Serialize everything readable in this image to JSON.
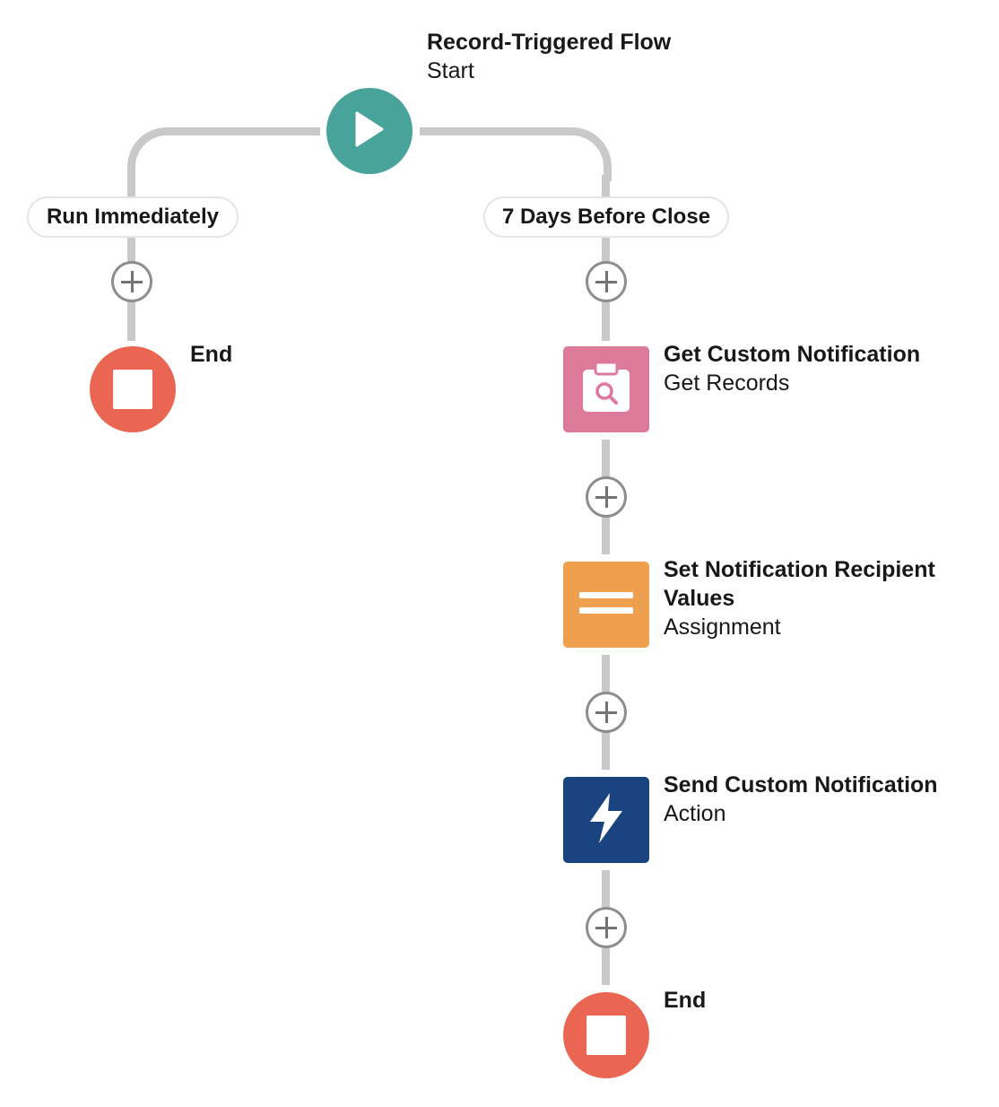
{
  "flow": {
    "start": {
      "title": "Record-Triggered Flow",
      "subtitle": "Start",
      "color": "#48a39b",
      "icon": "play-icon"
    },
    "paths": {
      "left": {
        "label": "Run Immediately",
        "end": {
          "title": "End",
          "color": "#ea6653",
          "icon": "stop-icon"
        }
      },
      "right": {
        "label": "7 Days Before Close",
        "elements": [
          {
            "title": "Get Custom Notification",
            "subtitle": "Get Records",
            "color": "#dd7a99",
            "icon": "clipboard-search-icon"
          },
          {
            "title_line1": "Set Notification Recipient",
            "title_line2": "Values",
            "subtitle": "Assignment",
            "color": "#efa04f",
            "icon": "equals-icon"
          },
          {
            "title": "Send Custom Notification",
            "subtitle": "Action",
            "color": "#1a4480",
            "icon": "lightning-bolt-icon"
          }
        ],
        "end": {
          "title": "End",
          "color": "#ea6653",
          "icon": "stop-icon"
        }
      }
    },
    "add_button_icon": "plus-icon",
    "connector_color": "#c9c9c9"
  }
}
